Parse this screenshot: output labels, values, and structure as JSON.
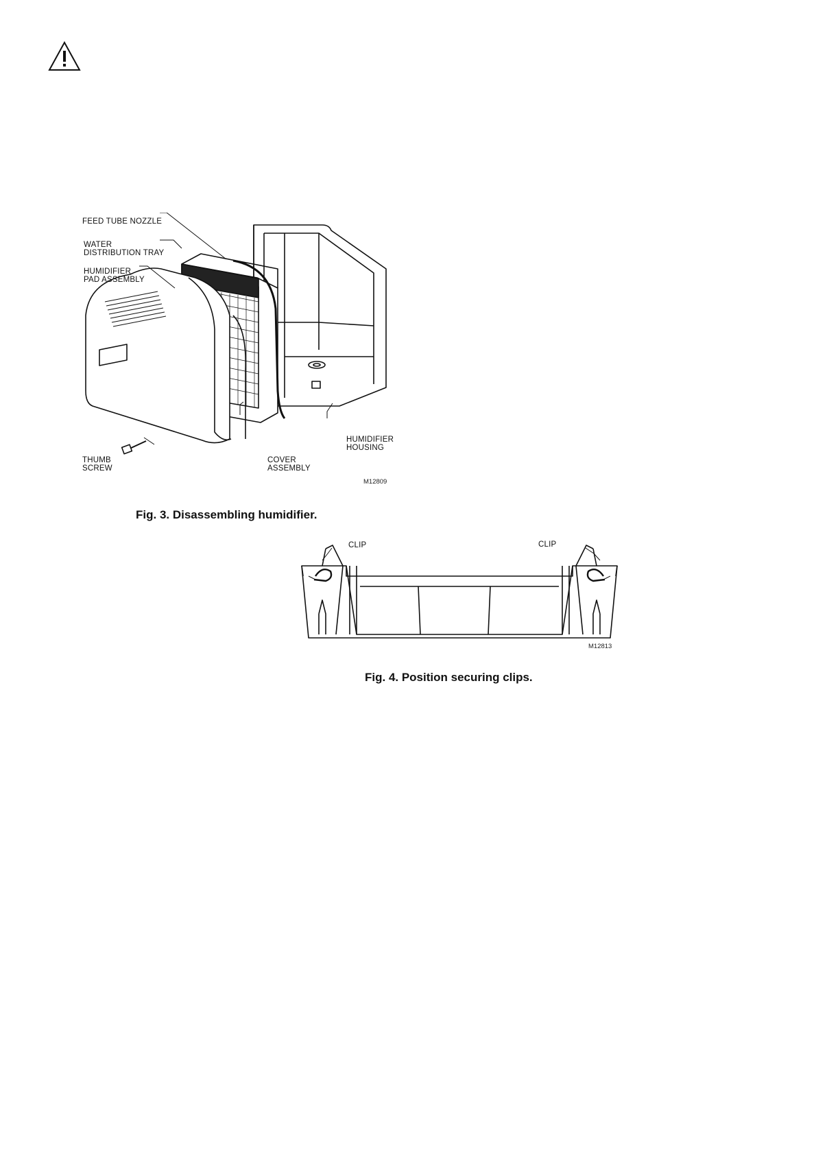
{
  "warning_icon": "warning-triangle-icon",
  "figure3": {
    "labels": {
      "feed_tube_nozzle": "FEED TUBE NOZZLE",
      "water_line1": "WATER",
      "water_line2": "DISTRIBUTION TRAY",
      "pad_line1": "HUMIDIFIER",
      "pad_line2": "PAD ASSEMBLY",
      "thumb_line1": "THUMB",
      "thumb_line2": "SCREW",
      "cover_line1": "COVER",
      "cover_line2": "ASSEMBLY",
      "housing_line1": "HUMIDIFIER",
      "housing_line2": "HOUSING"
    },
    "code": "M12809",
    "caption": "Fig. 3. Disassembling humidifier."
  },
  "figure4": {
    "clip_left": "CLIP",
    "clip_right": "CLIP",
    "code": "M12813",
    "caption": "Fig. 4. Position securing clips."
  }
}
